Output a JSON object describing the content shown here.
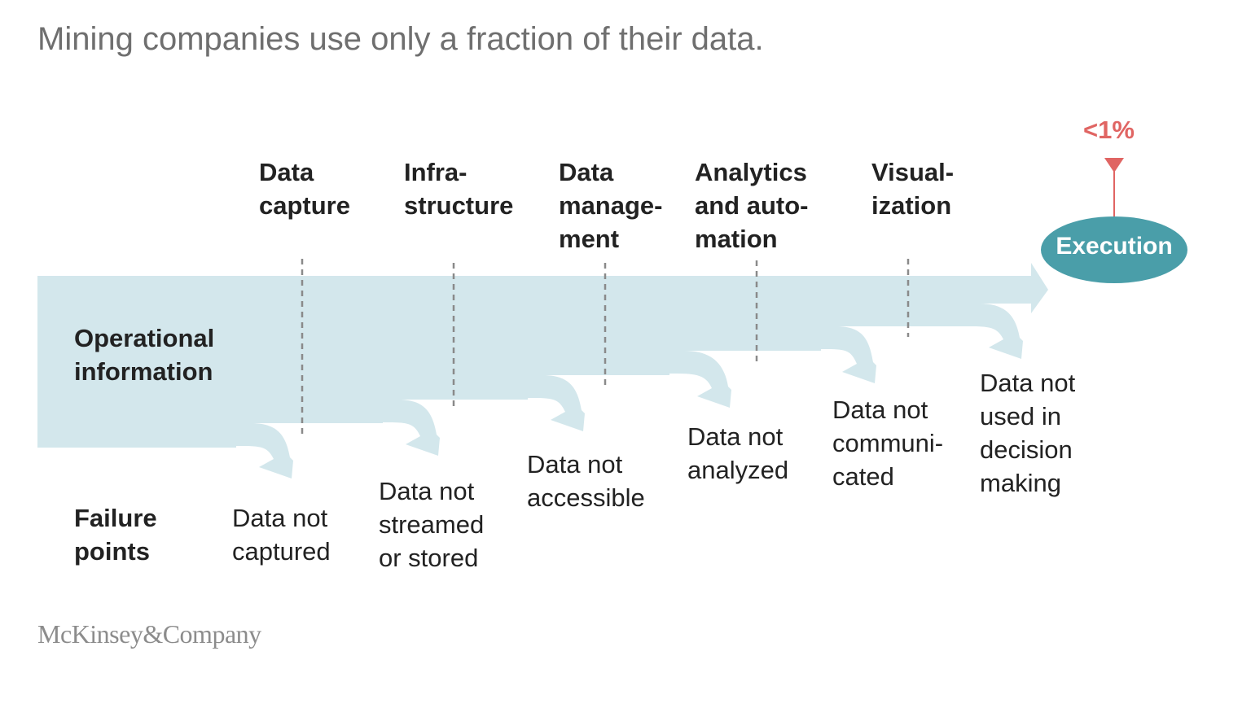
{
  "title": "Mining companies use only a fraction of their data.",
  "colors": {
    "flow": "#d3e7ec",
    "execution": "#4a9ea9",
    "accent": "#e06563",
    "divider": "#8a8a8a",
    "text": "#222222",
    "title": "#6f6f6f"
  },
  "row_labels": {
    "operational": "Operational\ninformation",
    "failure": "Failure\npoints"
  },
  "stages": [
    {
      "label": "Data\ncapture",
      "failure": "Data not\ncaptured"
    },
    {
      "label": "Infra-\nstructure",
      "failure": "Data not\nstreamed\nor stored"
    },
    {
      "label": "Data\nmanage-\nment",
      "failure": "Data not\naccessible"
    },
    {
      "label": "Analytics\nand auto-\nmation",
      "failure": "Data not\nanalyzed"
    },
    {
      "label": "Visual-\nization",
      "failure": "Data not\ncommuni-\ncated"
    }
  ],
  "final_failure": "Data not\nused in\ndecision\nmaking",
  "execution": {
    "label": "Execution",
    "share": "<1%"
  },
  "brand": "McKinsey&Company"
}
